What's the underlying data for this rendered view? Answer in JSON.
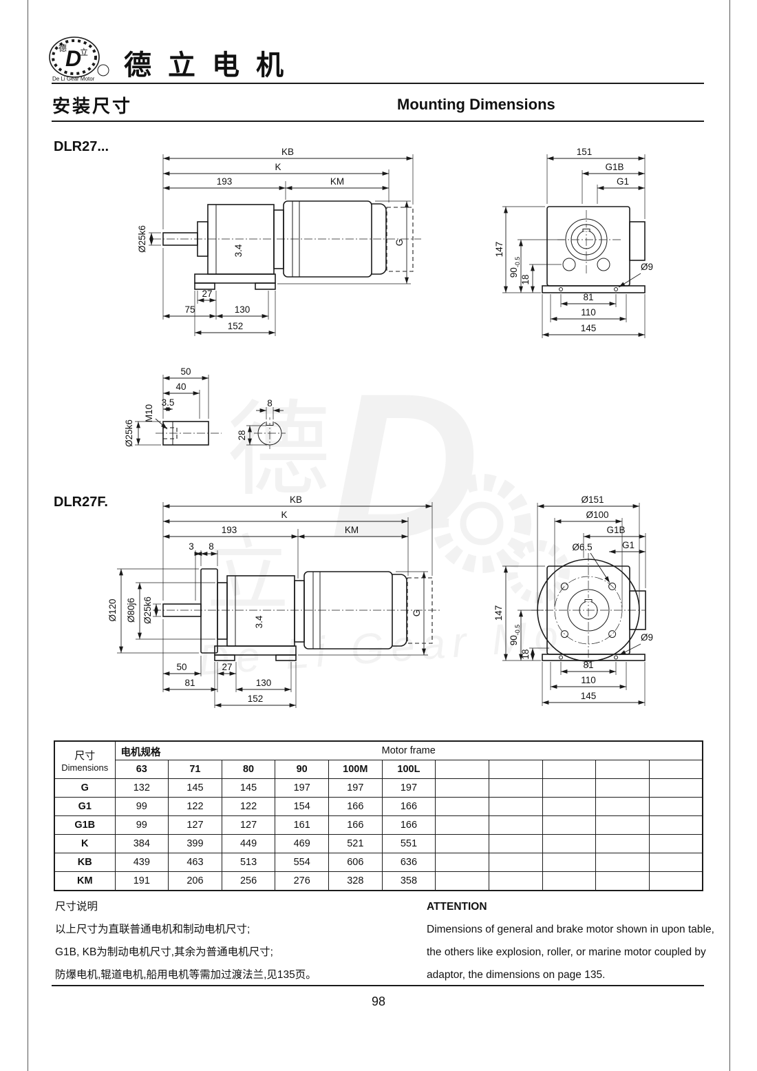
{
  "page": {
    "number": "98"
  },
  "header": {
    "brand_zh": "德立电机",
    "logo": {
      "char1": "德",
      "char2": "立",
      "d": "D",
      "arc_text": "De Li Gear Motor"
    },
    "title_zh": "安装尺寸",
    "title_en": "Mounting Dimensions"
  },
  "watermark": {
    "char1": "德",
    "char2": "立",
    "d": "D",
    "text": "De Li Gear Mo"
  },
  "drawings": {
    "d1": {
      "model": "DLR27...",
      "kb": "KB",
      "k": "K",
      "n193": "193",
      "km": "KM",
      "shaft_dia": "Ø25k6",
      "n34": "3.4",
      "g": "G",
      "n27": "27",
      "n75": "75",
      "n130": "130",
      "n152": "152"
    },
    "d1b": {
      "n151": "151",
      "g1b": "G1B",
      "g1": "G1",
      "n147": "147",
      "n90": "90",
      "tol90": "-0.5",
      "n18": "18",
      "d9": "Ø9",
      "n81": "81",
      "n110": "110",
      "n145": "145"
    },
    "shaft": {
      "n50": "50",
      "n40": "40",
      "n35": "3.5",
      "m10": "M10",
      "dia": "Ø25k6",
      "n8": "8",
      "n28": "28"
    },
    "d2": {
      "model": "DLR27F.",
      "kb": "KB",
      "k": "K",
      "n193": "193",
      "km": "KM",
      "n3": "3",
      "n8": "8",
      "d120": "Ø120",
      "d80": "Ø80j6",
      "d25": "Ø25k6",
      "n34": "3.4",
      "g": "G",
      "n50": "50",
      "n27": "27",
      "n81": "81",
      "n130": "130",
      "n152": "152"
    },
    "d2b": {
      "d151": "Ø151",
      "d100": "Ø100",
      "g1b": "G1B",
      "d65": "Ø6.5",
      "g1": "G1",
      "n147": "147",
      "n90": "90",
      "tol90": "-0.5",
      "n18": "18",
      "d9": "Ø9",
      "n81": "81",
      "n110": "110",
      "n145": "145"
    }
  },
  "table": {
    "corner_zh": "尺寸",
    "corner_en": "Dimensions",
    "motor_zh": "电机规格",
    "motor_en": "Motor frame",
    "frames": [
      "63",
      "71",
      "80",
      "90",
      "100M",
      "100L"
    ],
    "rows": [
      {
        "label": "G",
        "values": [
          "132",
          "145",
          "145",
          "197",
          "197",
          "197"
        ]
      },
      {
        "label": "G1",
        "values": [
          "99",
          "122",
          "122",
          "154",
          "166",
          "166"
        ]
      },
      {
        "label": "G1B",
        "values": [
          "99",
          "127",
          "127",
          "161",
          "166",
          "166"
        ]
      },
      {
        "label": "K",
        "values": [
          "384",
          "399",
          "449",
          "469",
          "521",
          "551"
        ]
      },
      {
        "label": "KB",
        "values": [
          "439",
          "463",
          "513",
          "554",
          "606",
          "636"
        ]
      },
      {
        "label": "KM",
        "values": [
          "191",
          "206",
          "256",
          "276",
          "328",
          "358"
        ]
      }
    ]
  },
  "notes": {
    "zh_title": "尺寸说明",
    "zh_lines": [
      "以上尺寸为直联普通电机和制动电机尺寸;",
      "G1B, KB为制动电机尺寸,其余为普通电机尺寸;",
      "防爆电机,辊道电机,船用电机等需加过渡法兰,见135页。"
    ],
    "en_title": "ATTENTION",
    "en_lines": [
      "Dimensions of general and brake motor shown in upon table,",
      "the others like explosion, roller, or marine motor coupled by",
      "adaptor, the dimensions on page 135."
    ]
  }
}
